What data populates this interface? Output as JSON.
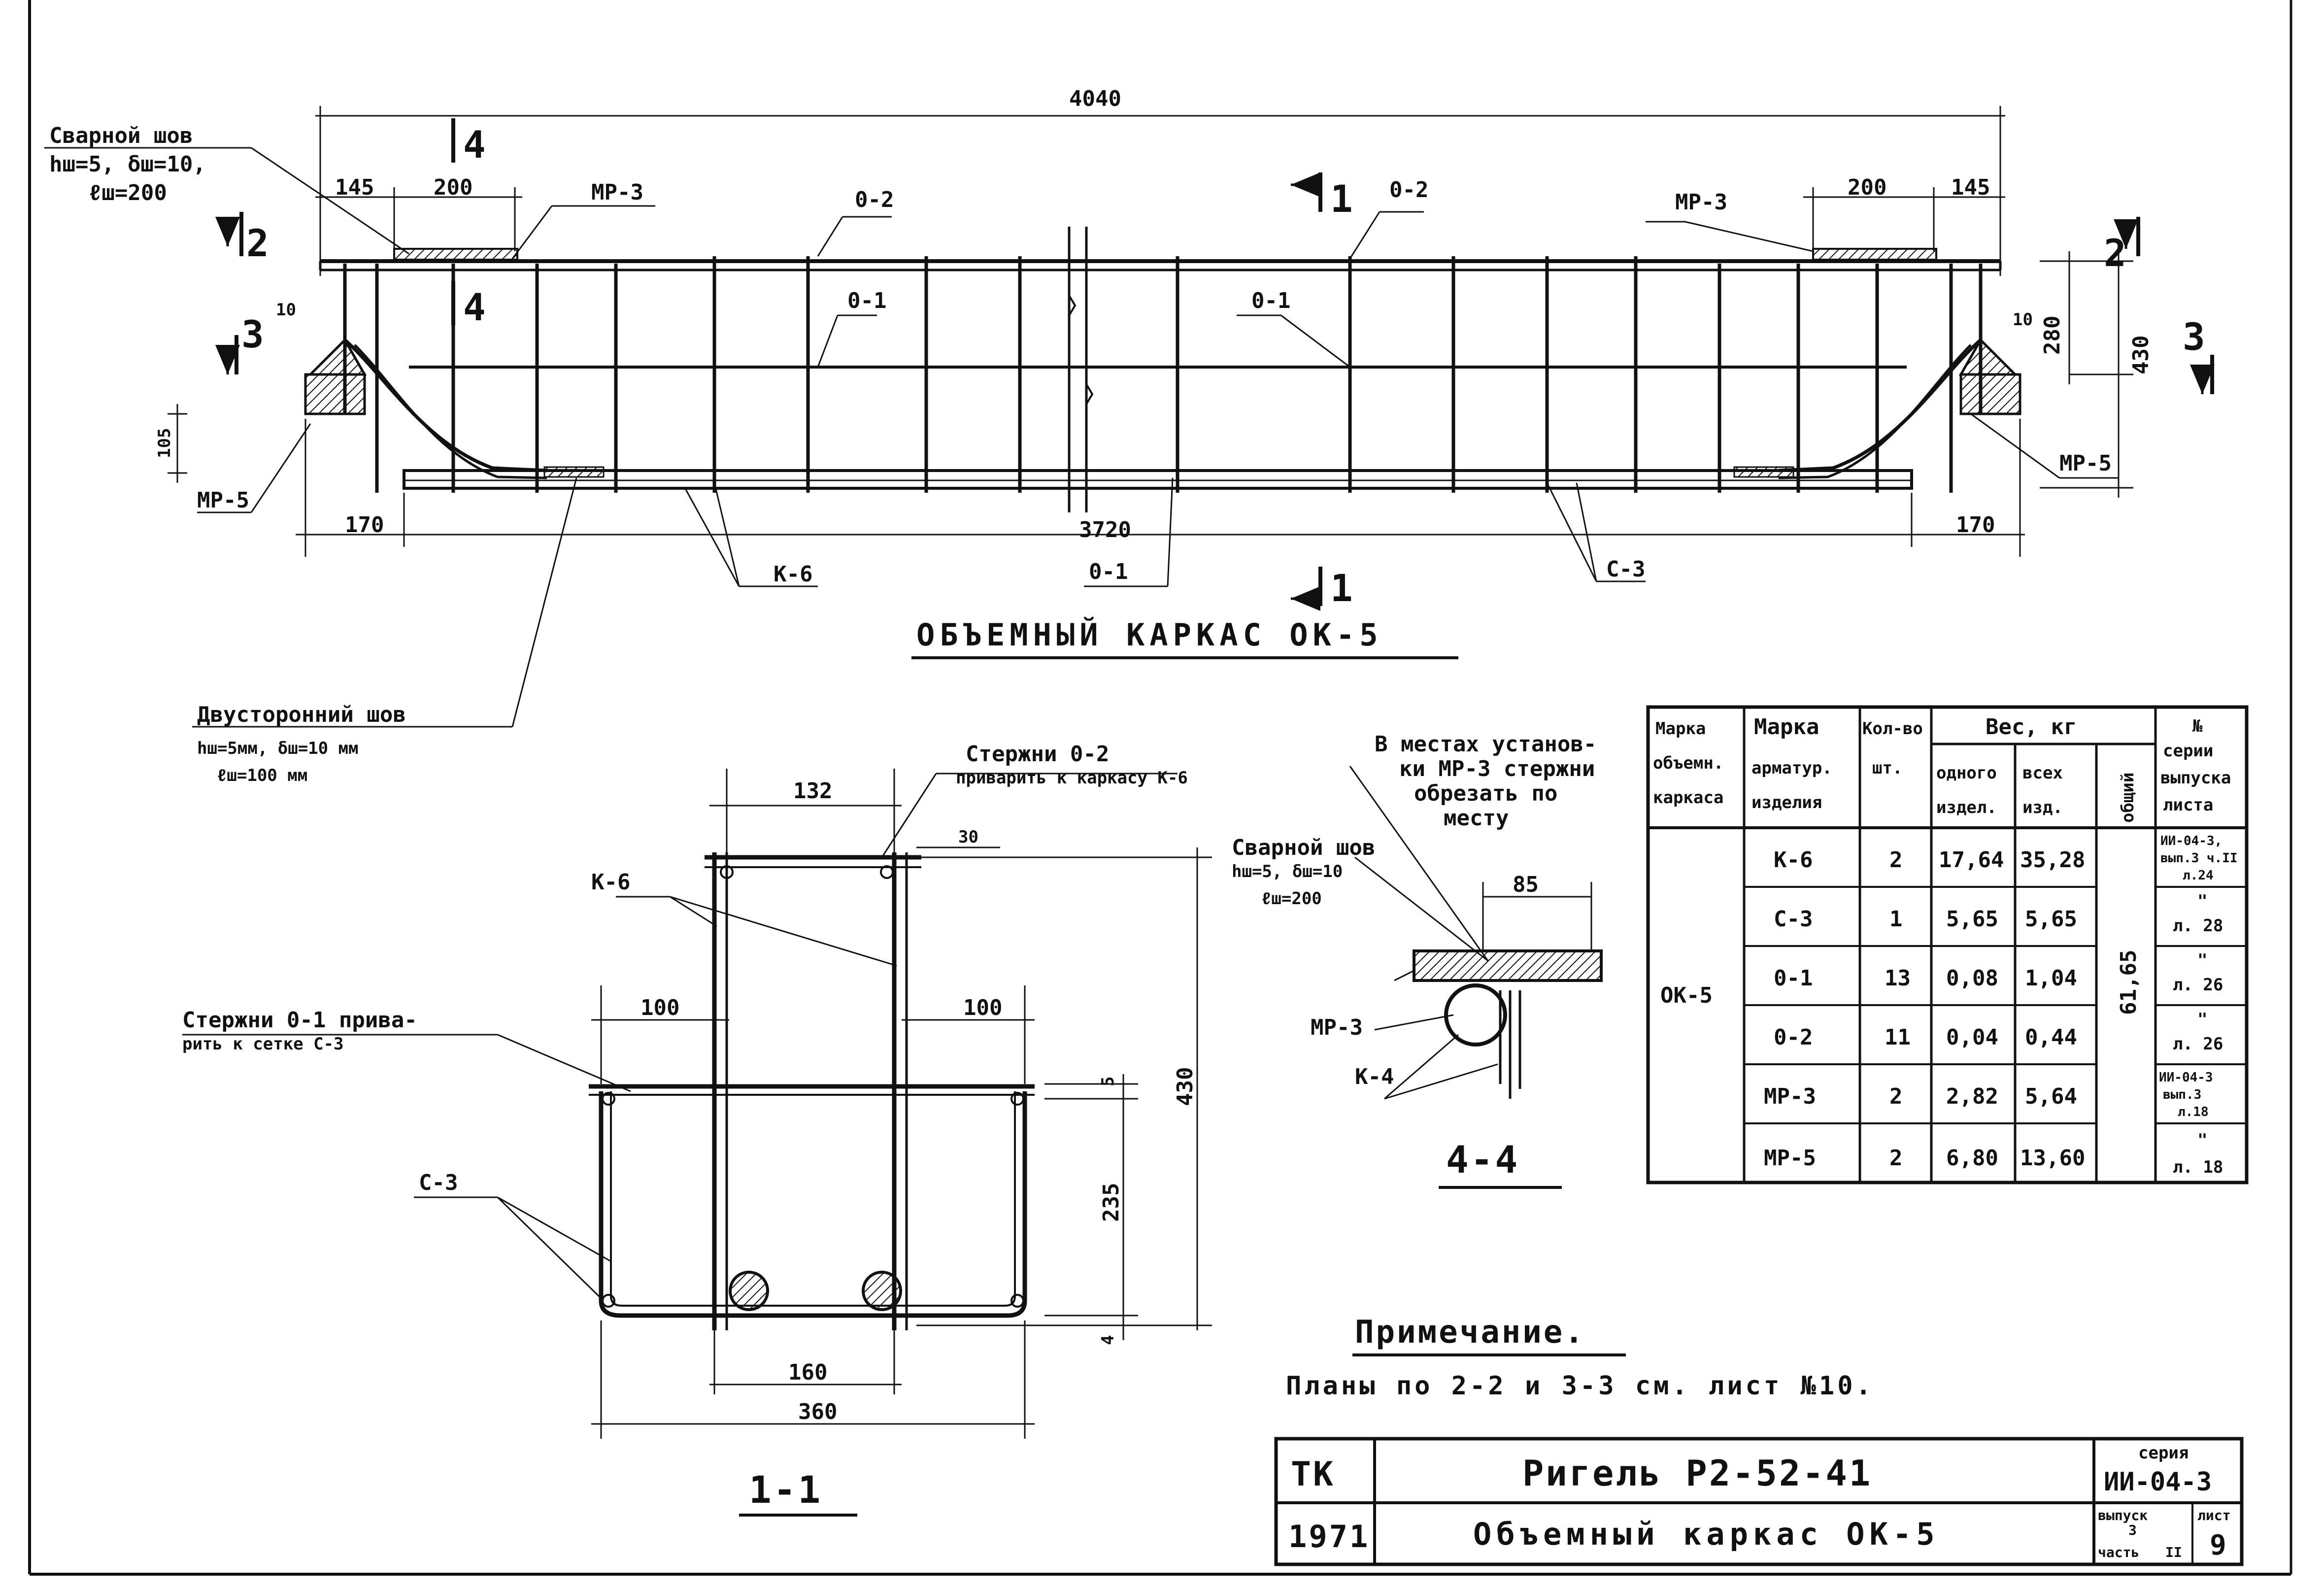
{
  "main_view": {
    "title": "ОБЪЕМНЫЙ КАРКАС ОК-5",
    "dims": {
      "overall": "4040",
      "inner": "3720",
      "left_145": "145",
      "left_200": "200",
      "right_200": "200",
      "right_145": "145",
      "left_170": "170",
      "right_170": "170",
      "h_280": "280",
      "h_430": "430",
      "h_10_left": "10",
      "h_10_right": "10",
      "h_105": "105"
    },
    "labels": {
      "mp3_left": "МР-3",
      "mp3_right": "МР-3",
      "o2_left": "0-2",
      "o2_right": "0-2",
      "o1_upper_left": "0-1",
      "o1_upper_right": "0-1",
      "o1_bottom": "0-1",
      "mp5_left": "МР-5",
      "mp5_right": "МР-5",
      "k6": "К-6",
      "c3": "С-3"
    },
    "section_marks": {
      "s1_top": "1",
      "s1_bottom": "1",
      "s2_left": "2",
      "s2_right": "2",
      "s3_left": "3",
      "s3_right": "3",
      "s4_top": "4",
      "s4_bottom": "4"
    },
    "weld_note_top": {
      "line1": "Сварной шов",
      "line2": "hш=5, δш=10,",
      "line3": "ℓш=200"
    },
    "weld_note_double": {
      "line1": "Двусторонний шов",
      "line2": "hш=5мм, δш=10 мм",
      "line3": "ℓш=100 мм"
    }
  },
  "section_1_1": {
    "title": "1-1",
    "dims": {
      "top_width": "132",
      "small_gap": "30",
      "left_100": "100",
      "right_100": "100",
      "h_430": "430",
      "h_235": "235",
      "h_5": "5",
      "h_4": "4",
      "bottom_160": "160",
      "bottom_360": "360"
    },
    "labels": {
      "k6": "К-6",
      "c3": "С-3"
    },
    "note_o2": {
      "line1": "Стержни 0-2",
      "line2": "приварить к каркасу К-6"
    },
    "note_o1": {
      "line1": "Стержни 0-1 прива-",
      "line2": "рить к сетке С-3"
    }
  },
  "section_4_4": {
    "title": "4-4",
    "dim_85": "85",
    "label_mp3": "МР-3",
    "label_k4": "К-4",
    "note": {
      "line1": "В местах установ-",
      "line2": "ки МР-3 стержни",
      "line3": "обрезать по",
      "line4": "месту"
    },
    "weld": {
      "line1": "Сварной шов",
      "line2": "hш=5, δш=10",
      "line3": "ℓш=200"
    }
  },
  "table": {
    "headers": {
      "mark_frame": [
        "Марка",
        "объемн.",
        "каркаса"
      ],
      "mark_item": [
        "Марка",
        "арматур.",
        "изделия"
      ],
      "qty": [
        "Кол-во",
        "шт."
      ],
      "weight": "Вес, кг",
      "weight_one": [
        "одного",
        "издел."
      ],
      "weight_all": [
        "всех",
        "изд."
      ],
      "weight_total": "общий",
      "series": [
        "№",
        "серии",
        "выпуска",
        "листа"
      ]
    },
    "frame": "ОК-5",
    "total": "61,65",
    "rows": [
      {
        "item": "К-6",
        "qty": "2",
        "one": "17,64",
        "all": "35,28",
        "ref1": "ИИ-04-3,",
        "ref2": "вып.3 ч.II",
        "ref3": "л.24"
      },
      {
        "item": "С-3",
        "qty": "1",
        "one": "5,65",
        "all": "5,65",
        "ref1": "\"",
        "ref2": "л. 28",
        "ref3": ""
      },
      {
        "item": "0-1",
        "qty": "13",
        "one": "0,08",
        "all": "1,04",
        "ref1": "\"",
        "ref2": "л. 26",
        "ref3": ""
      },
      {
        "item": "0-2",
        "qty": "11",
        "one": "0,04",
        "all": "0,44",
        "ref1": "\"",
        "ref2": "л. 26",
        "ref3": ""
      },
      {
        "item": "МР-3",
        "qty": "2",
        "one": "2,82",
        "all": "5,64",
        "ref1": "ИИ-04-3",
        "ref2": "вып.3",
        "ref3": "л.18"
      },
      {
        "item": "МР-5",
        "qty": "2",
        "one": "6,80",
        "all": "13,60",
        "ref1": "\"",
        "ref2": "л. 18",
        "ref3": ""
      }
    ]
  },
  "note": {
    "title": "Примечание.",
    "text": "Планы по 2-2 и 3-3 см. лист №10."
  },
  "title_block": {
    "org": "ТК",
    "year": "1971",
    "title": "Ригель Р2-52-41",
    "subtitle": "Объемный каркас ОК-5",
    "series_label": "серия",
    "series": "ИИ-04-3",
    "issue_label": "выпуск",
    "issue": "3",
    "part_label": "часть",
    "part": "II",
    "sheet_label": "лист",
    "sheet": "9"
  }
}
